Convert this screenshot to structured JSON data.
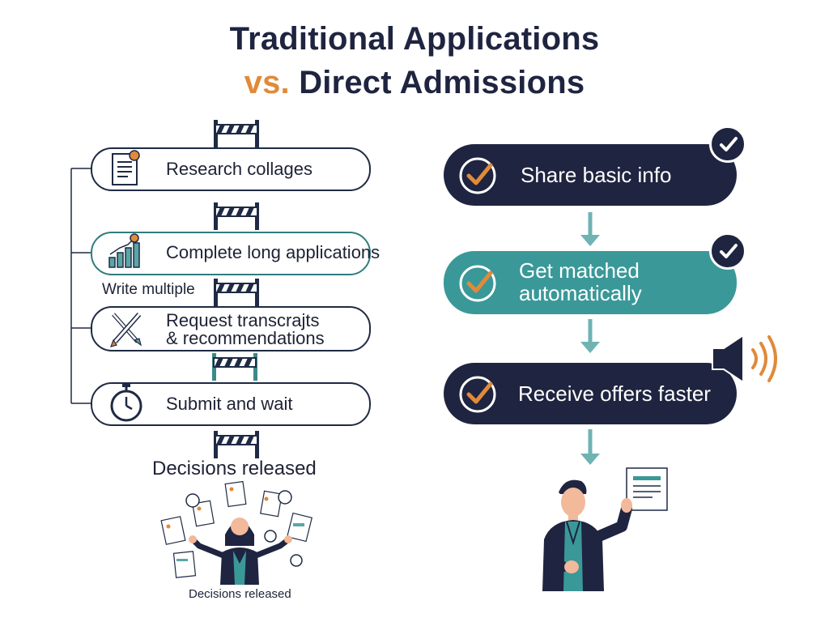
{
  "title": {
    "line1": "Traditional Applications",
    "vs": "vs.",
    "line2_rest": " Direct Admissions"
  },
  "colors": {
    "navy": "#1f2440",
    "teal": "#3a9898",
    "orange": "#e08a3a",
    "light_teal": "#6fb3b3"
  },
  "traditional": {
    "steps": [
      {
        "label": "Research collages",
        "icon": "document-icon"
      },
      {
        "label": "Complete long applications",
        "icon": "bar-chart-icon"
      },
      {
        "label_lines": [
          "Request transcrajts",
          "& recommendations"
        ],
        "icon": "pencil-ruler-icon"
      },
      {
        "label": "Submit and wait",
        "icon": "stopwatch-icon"
      }
    ],
    "side_note": "Write multiple",
    "decisions_label": "Decisions released",
    "illustration_caption": "Decisions released"
  },
  "direct": {
    "steps": [
      {
        "label": "Share basic info",
        "style": "dark",
        "badge": "check-badge"
      },
      {
        "label_lines": [
          "Get matched",
          "automatically"
        ],
        "style": "teal",
        "badge": "check-badge"
      },
      {
        "label": "Receive offers faster",
        "style": "dark",
        "badge": "megaphone"
      }
    ]
  }
}
